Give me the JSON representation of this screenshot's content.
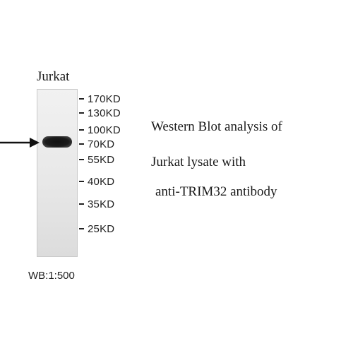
{
  "lane_label": "Jurkat",
  "markers": [
    {
      "label": "170KD"
    },
    {
      "label": "130KD"
    },
    {
      "label": "100KD"
    },
    {
      "label": "70KD"
    },
    {
      "label": "55KD"
    },
    {
      "label": "40KD"
    },
    {
      "label": "35KD"
    },
    {
      "label": "25KD"
    }
  ],
  "description": {
    "line1": "Western Blot analysis of",
    "line2": "Jurkat lysate with",
    "line3": "anti-TRIM32 antibody"
  },
  "dilution": "WB:1:500",
  "icons": {
    "arrow": "arrow-right-icon"
  }
}
